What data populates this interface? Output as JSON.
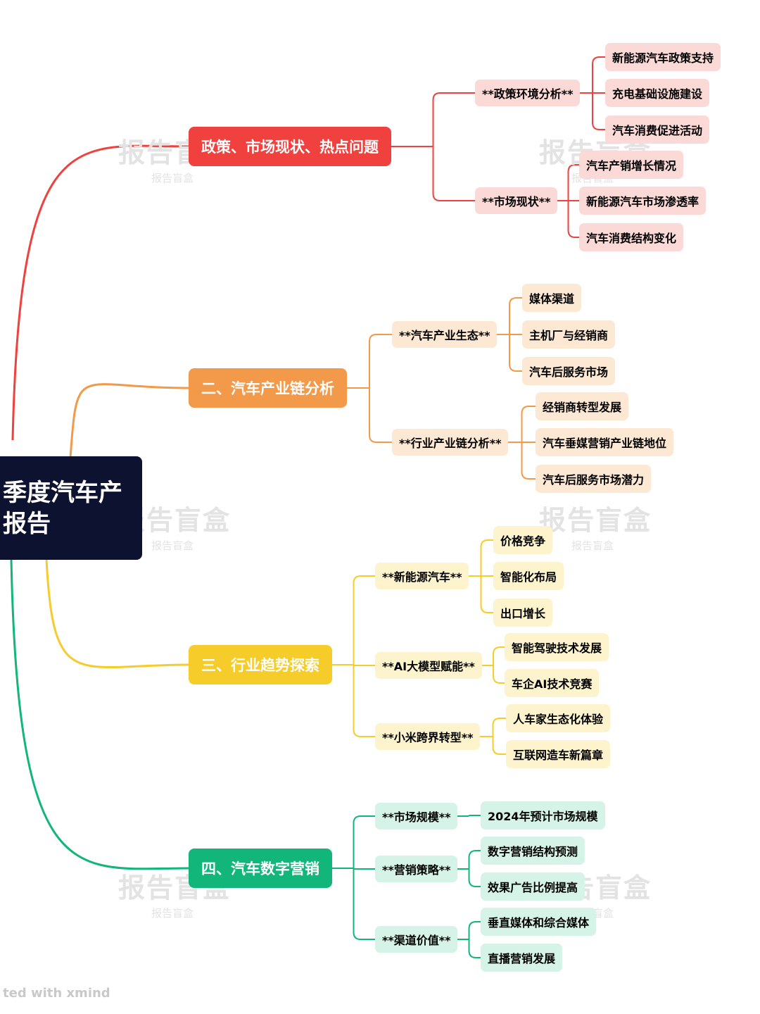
{
  "root": {
    "line1": "季度汽车产",
    "line2": "报告"
  },
  "watermark": {
    "big": "报告盲盒",
    "small": "报告盲盒"
  },
  "footer": "ted with xmind",
  "colors": {
    "red": "#f0413f",
    "red_light": "#fbd9d6",
    "orange": "#f2994a",
    "orange_light": "#fde9d3",
    "yellow": "#f5cc2a",
    "yellow_light": "#fdf3cd",
    "green": "#12b67a",
    "green_light": "#d5f3e7",
    "root_bg": "#0e1231"
  },
  "branches": [
    {
      "label": "政策、市场现状、热点问题",
      "color": "red",
      "subs": [
        {
          "label": "**政策环境分析**",
          "leaves": [
            "新能源汽车政策支持",
            "充电基础设施建设",
            "汽车消费促进活动"
          ]
        },
        {
          "label": "**市场现状**",
          "leaves": [
            "汽车产销增长情况",
            "新能源汽车市场渗透率",
            "汽车消费结构变化"
          ]
        }
      ]
    },
    {
      "label": "二、汽车产业链分析",
      "color": "orange",
      "subs": [
        {
          "label": "**汽车产业生态**",
          "leaves": [
            "媒体渠道",
            "主机厂与经销商",
            "汽车后服务市场"
          ]
        },
        {
          "label": "**行业产业链分析**",
          "leaves": [
            "经销商转型发展",
            "汽车垂媒营销产业链地位",
            "汽车后服务市场潜力"
          ]
        }
      ]
    },
    {
      "label": "三、行业趋势探索",
      "color": "yellow",
      "subs": [
        {
          "label": "**新能源汽车**",
          "leaves": [
            "价格竞争",
            "智能化布局",
            "出口增长"
          ]
        },
        {
          "label": "**AI大模型赋能**",
          "leaves": [
            "智能驾驶技术发展",
            "车企AI技术竞赛"
          ]
        },
        {
          "label": "**小米跨界转型**",
          "leaves": [
            "人车家生态化体验",
            "互联网造车新篇章"
          ]
        }
      ]
    },
    {
      "label": "四、汽车数字营销",
      "color": "green",
      "subs": [
        {
          "label": "**市场规模**",
          "leaves": [
            "2024年预计市场规模"
          ]
        },
        {
          "label": "**营销策略**",
          "leaves": [
            "数字营销结构预测",
            "效果广告比例提高"
          ]
        },
        {
          "label": "**渠道价值**",
          "leaves": [
            "垂直媒体和综合媒体",
            "直播营销发展"
          ]
        }
      ]
    }
  ]
}
